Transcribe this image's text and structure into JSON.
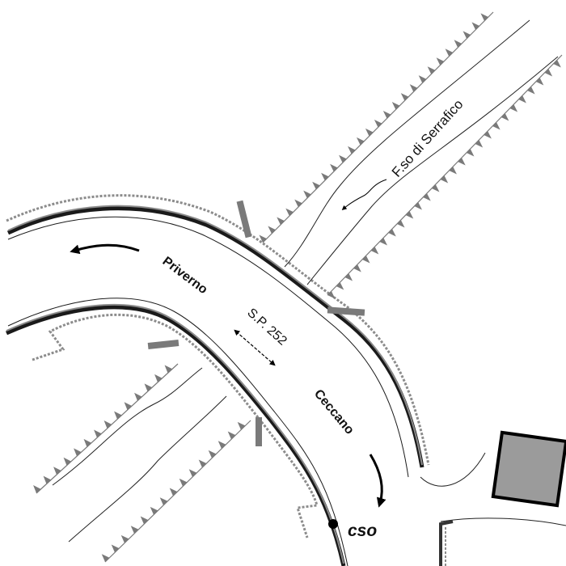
{
  "labels": {
    "stream": "F.so di Serrafico",
    "road": "S.P. 252",
    "west_direction": "Priverno",
    "southeast_direction": "Ceccano",
    "outfall": "cso"
  },
  "colors": {
    "road_line": "#1a1a1a",
    "road_gray": "#8a8a8a",
    "fence": "#8c8c8c",
    "building_fill": "#9b9b9b",
    "building_stroke": "#000000",
    "marker": "#7a7a7a"
  },
  "icons": {
    "direction_arrow": "curved-arrow-icon",
    "double_arrow": "double-arrow-icon",
    "outfall_marker": "dot-icon"
  }
}
